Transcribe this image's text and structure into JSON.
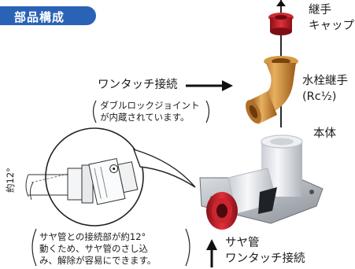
{
  "header": {
    "title": "部品構成"
  },
  "parts": {
    "cap": {
      "line1": "継手",
      "line2": "キャップ"
    },
    "faucet_joint": {
      "line1": "水栓継手",
      "line2": "(Rc½)"
    },
    "body": {
      "label": "本体"
    },
    "onetouch": {
      "label": "ワンタッチ接続",
      "sub1": "ダブルロックジョイント",
      "sub2": "が内蔵されています。"
    },
    "saya": {
      "line1": "サヤ管",
      "line2": "ワンタッチ接続"
    }
  },
  "detail": {
    "angle_label": "約12°",
    "note_line1": "サヤ管との接続部が約12°",
    "note_line2": "動くため、サヤ管のさし込",
    "note_line3": "み、解除が容易にできます。"
  },
  "colors": {
    "accent": "#2a63b6",
    "brass": "#c9862f",
    "cap_red": "#c8202a"
  }
}
